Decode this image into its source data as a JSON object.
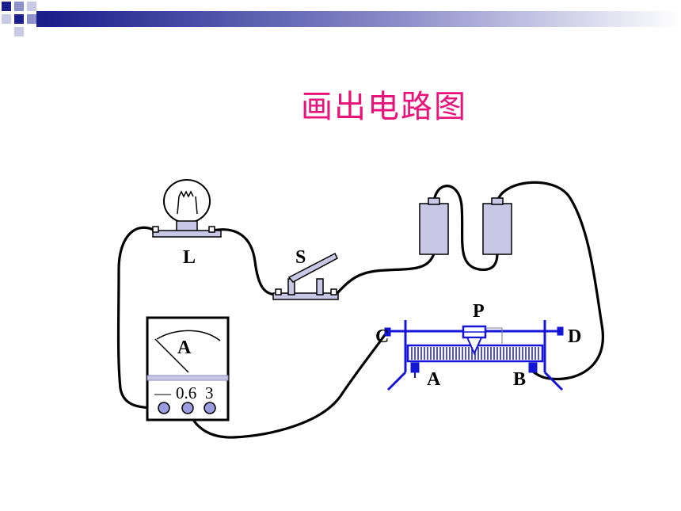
{
  "slide": {
    "title": "画出电路图",
    "title_color": "#e8127a",
    "header_gradient": [
      "#1a1f8c",
      "#ffffff"
    ]
  },
  "circuit": {
    "lamp_label": "L",
    "switch_label": "S",
    "ammeter": {
      "label": "A",
      "terminals": [
        "—",
        "0.6",
        "3"
      ]
    },
    "rheostat": {
      "slider_label": "P",
      "terminal_c": "C",
      "terminal_d": "D",
      "terminal_a": "A",
      "terminal_b": "B",
      "color": "#1515d8"
    },
    "battery_color": "#c8c8e6",
    "wire_color": "#000000"
  }
}
